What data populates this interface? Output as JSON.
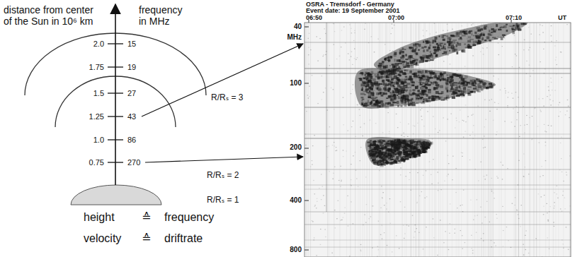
{
  "diagram": {
    "labels": [
      "distance from center of the Sun in 10⁶ km",
      "frequency in MHz",
      "2.0",
      "15",
      "1.75",
      "19",
      "1.5",
      "27",
      "1.25",
      "43",
      "1.0",
      "86",
      "0.75",
      "270",
      "R/Rₛ = 3",
      "R/Rₛ = 2",
      "R/Rₛ = 1",
      "height",
      "≙",
      "frequency",
      "velocity",
      "≙",
      "driftrate",
      "OSRA - Tremsdorf - Germany",
      "Event date: 19 September 2001",
      "06:50",
      "07:00",
      "07:10",
      "UT",
      "40",
      "MHz",
      "100",
      "200",
      "400",
      "800"
    ]
  }
}
